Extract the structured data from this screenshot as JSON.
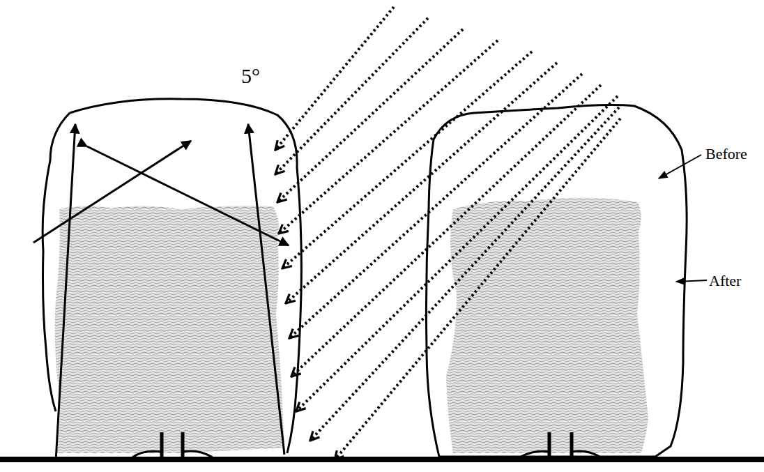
{
  "diagram": {
    "labels": [
      "5°",
      "Before",
      "After"
    ]
  }
}
